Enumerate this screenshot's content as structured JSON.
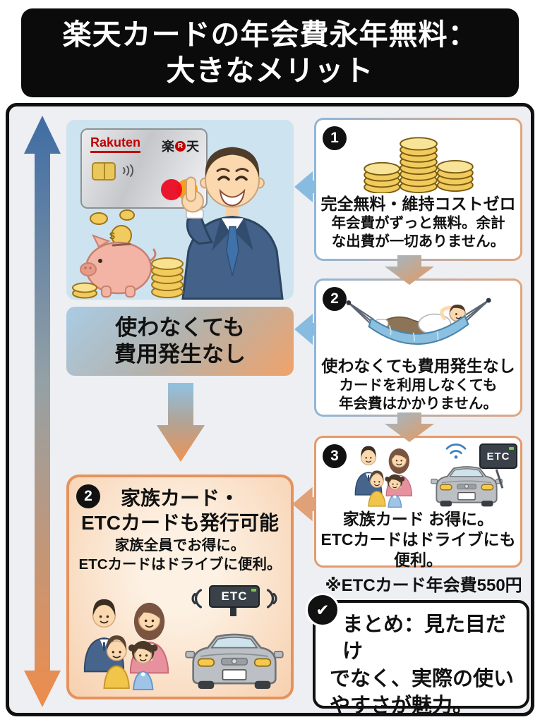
{
  "poster": {
    "header": {
      "line1": "楽天カードの年会費永年無料：",
      "line2": "大きなメリット"
    },
    "card": {
      "brand": "Rakuten",
      "logo_kanji_left": "楽",
      "logo_r": "R",
      "logo_kanji_right": "天"
    },
    "piggy": {
      "dollar": "$"
    },
    "left_flow": {
      "benefit_box": {
        "line1": "使わなくても",
        "line2": "費用発生なし"
      },
      "family_card_box": {
        "number": "2",
        "title_line1": "家族カード・",
        "title_line2": "ETCカードも発行可能",
        "desc_line1": "家族全員でお得に。",
        "desc_line2": "ETCカードはドライブに便利。",
        "etc_sign": "ETC"
      }
    },
    "right_flow": {
      "step1": {
        "number": "1",
        "heading": "完全無料・維持コストゼロ",
        "desc_line1": "年会費がずっと無料。余計",
        "desc_line2": "な出費が一切ありません。"
      },
      "step2": {
        "number": "2",
        "heading": "使わなくても費用発生なし",
        "desc_line1": "カードを利用しなくても",
        "desc_line2": "年会費はかかりません。"
      },
      "step3": {
        "number": "3",
        "line1": "家族カード お得に。",
        "line2": "ETCカードはドライブにも",
        "line3": "便利。",
        "etc_sign": "ETC"
      },
      "note": "※ETCカード年会費550円"
    },
    "summary": {
      "check": "✔",
      "line1": "まとめ：見た目だけ",
      "line2": "でなく、実際の使い",
      "line3": "やすさが魅力。"
    },
    "colors": {
      "header_bg": "#0b0b0b",
      "accent_blue": "#4a77ab",
      "accent_orange": "#ee8c4c",
      "family_box_border": "#e6925c",
      "panel_blue": "#cde3f0",
      "rakuten_red": "#bf0000",
      "mastercard_red": "#eb001b",
      "mastercard_orange": "#f79e1b"
    }
  }
}
